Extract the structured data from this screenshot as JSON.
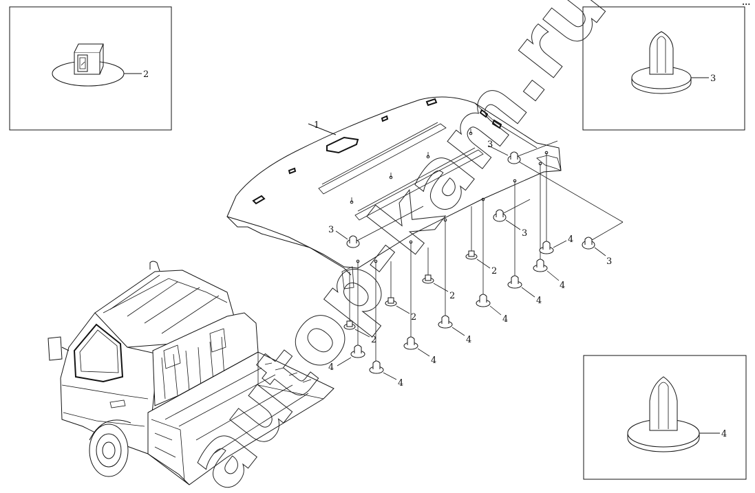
{
  "callouts": {
    "headliner": "1",
    "clip": "2",
    "fastener_a": "3",
    "fastener_b": "4"
  },
  "watermark": "autop-kam.ru",
  "corner_mark": "•••"
}
